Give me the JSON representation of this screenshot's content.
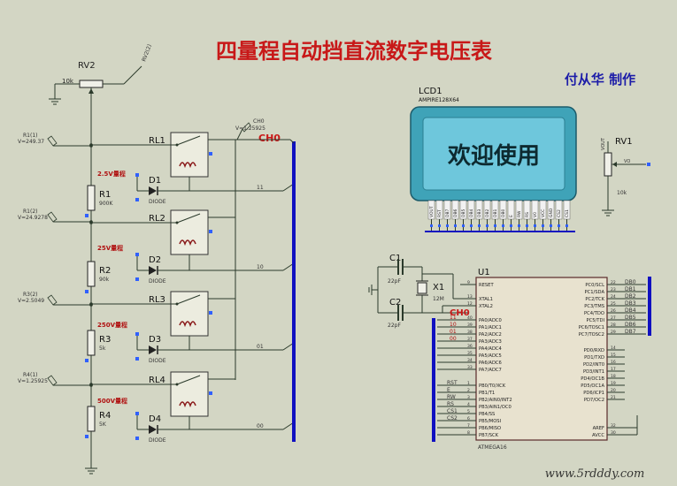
{
  "title": "四量程自动挡直流数字电压表",
  "author": "付从华 制作",
  "watermark": "www.5rdddy.com",
  "colors": {
    "title": "#c81818",
    "author": "#1c1ca8",
    "wire": "#2b3a2b",
    "bus": "#1010c0",
    "lcd_frame": "#3fa3b8",
    "lcd_screen": "#6ec7dc",
    "label_red": "#b01010"
  },
  "rv2": {
    "ref": "RV2",
    "value": "10k",
    "probe": "RV2(2)"
  },
  "lcd": {
    "ref": "LCD1",
    "model": "AMPIRE128X64",
    "display_text": "欢迎使用",
    "pins": [
      "VOUT",
      "RST",
      "DB7",
      "DB6",
      "DB5",
      "DB4",
      "DB3",
      "DB2",
      "DB1",
      "DB0",
      "E",
      "RW",
      "RS",
      "V0",
      "VCC",
      "GND",
      "CS2",
      "CS1"
    ]
  },
  "rv1": {
    "ref": "RV1",
    "value": "10k",
    "pin_vout": "VOUT",
    "pin_vo": "VO"
  },
  "probes": [
    {
      "name": "R1(1)",
      "value": "V=249.37"
    },
    {
      "name": "R1(2)",
      "value": "V=24.9278"
    },
    {
      "name": "R3(2)",
      "value": "V=2.5049"
    },
    {
      "name": "R4(1)",
      "value": "V=1.25925"
    }
  ],
  "ch0_probe": {
    "name": "CH0",
    "value": "V=1.25925"
  },
  "bus_label": "CH0",
  "bus_label2": "CH0",
  "relays": [
    {
      "ref": "RL1",
      "net": "11"
    },
    {
      "ref": "RL2",
      "net": "10"
    },
    {
      "ref": "RL3",
      "net": "01"
    },
    {
      "ref": "RL4",
      "net": "00"
    }
  ],
  "diodes": [
    {
      "ref": "D1",
      "type": "DIODE"
    },
    {
      "ref": "D2",
      "type": "DIODE"
    },
    {
      "ref": "D3",
      "type": "DIODE"
    },
    {
      "ref": "D4",
      "type": "DIODE"
    }
  ],
  "resistors": [
    {
      "ref": "R1",
      "value": "900K",
      "range": "2.5V量程"
    },
    {
      "ref": "R2",
      "value": "90k",
      "range": "25V量程"
    },
    {
      "ref": "R3",
      "value": "5k",
      "range": "250V量程"
    },
    {
      "ref": "R4",
      "value": "5K",
      "range": "500V量程"
    }
  ],
  "caps": [
    {
      "ref": "C1",
      "value": "22pF"
    },
    {
      "ref": "C2",
      "value": "22pF"
    }
  ],
  "crystal": {
    "ref": "X1",
    "value": "12M"
  },
  "mcu": {
    "ref": "U1",
    "model": "ATMEGA16",
    "left_pins": [
      "RESET",
      "XTAL1",
      "XTAL2",
      "PA0/ADC0",
      "PA1/ADC1",
      "PA2/ADC2",
      "PA3/ADC3",
      "PA4/ADC4",
      "PA5/ADC5",
      "PA6/ADC6",
      "PA7/ADC7",
      "PB0/T0/XCK",
      "PB1/T1",
      "PB2/AIN0/INT2",
      "PB3/AIN1/OC0",
      "PB4/SS",
      "PB5/MOSI",
      "PB6/MISO",
      "PB7/SCK"
    ],
    "right_pins": [
      "PC0/SCL",
      "PC1/SDA",
      "PC2/TCK",
      "PC3/TMS",
      "PC4/TDO",
      "PC5/TDI",
      "PC6/TOSC1",
      "PC7/TOSC2",
      "PD0/RXD",
      "PD1/TXD",
      "PD2/INT0",
      "PD3/INT1",
      "PD4/OC1B",
      "PD5/OC1A",
      "PD6/ICP1",
      "PD7/OC2",
      "AREF",
      "AVCC"
    ],
    "left_nums": [
      "9",
      "13",
      "12",
      "40",
      "39",
      "38",
      "37",
      "36",
      "35",
      "34",
      "33",
      "1",
      "2",
      "3",
      "4",
      "5",
      "6",
      "7",
      "8"
    ],
    "right_nums": [
      "22",
      "23",
      "24",
      "25",
      "26",
      "27",
      "28",
      "29",
      "14",
      "15",
      "16",
      "17",
      "18",
      "19",
      "20",
      "21",
      "32",
      "30"
    ],
    "right_nets": [
      "DB0",
      "DB1",
      "DB2",
      "DB3",
      "DB4",
      "DB5",
      "DB6",
      "DB7"
    ],
    "left_nets": [
      "11",
      "10",
      "01",
      "00"
    ],
    "ctrl_nets": [
      "RST",
      "E",
      "RW",
      "RS",
      "CS1",
      "CS2"
    ]
  }
}
